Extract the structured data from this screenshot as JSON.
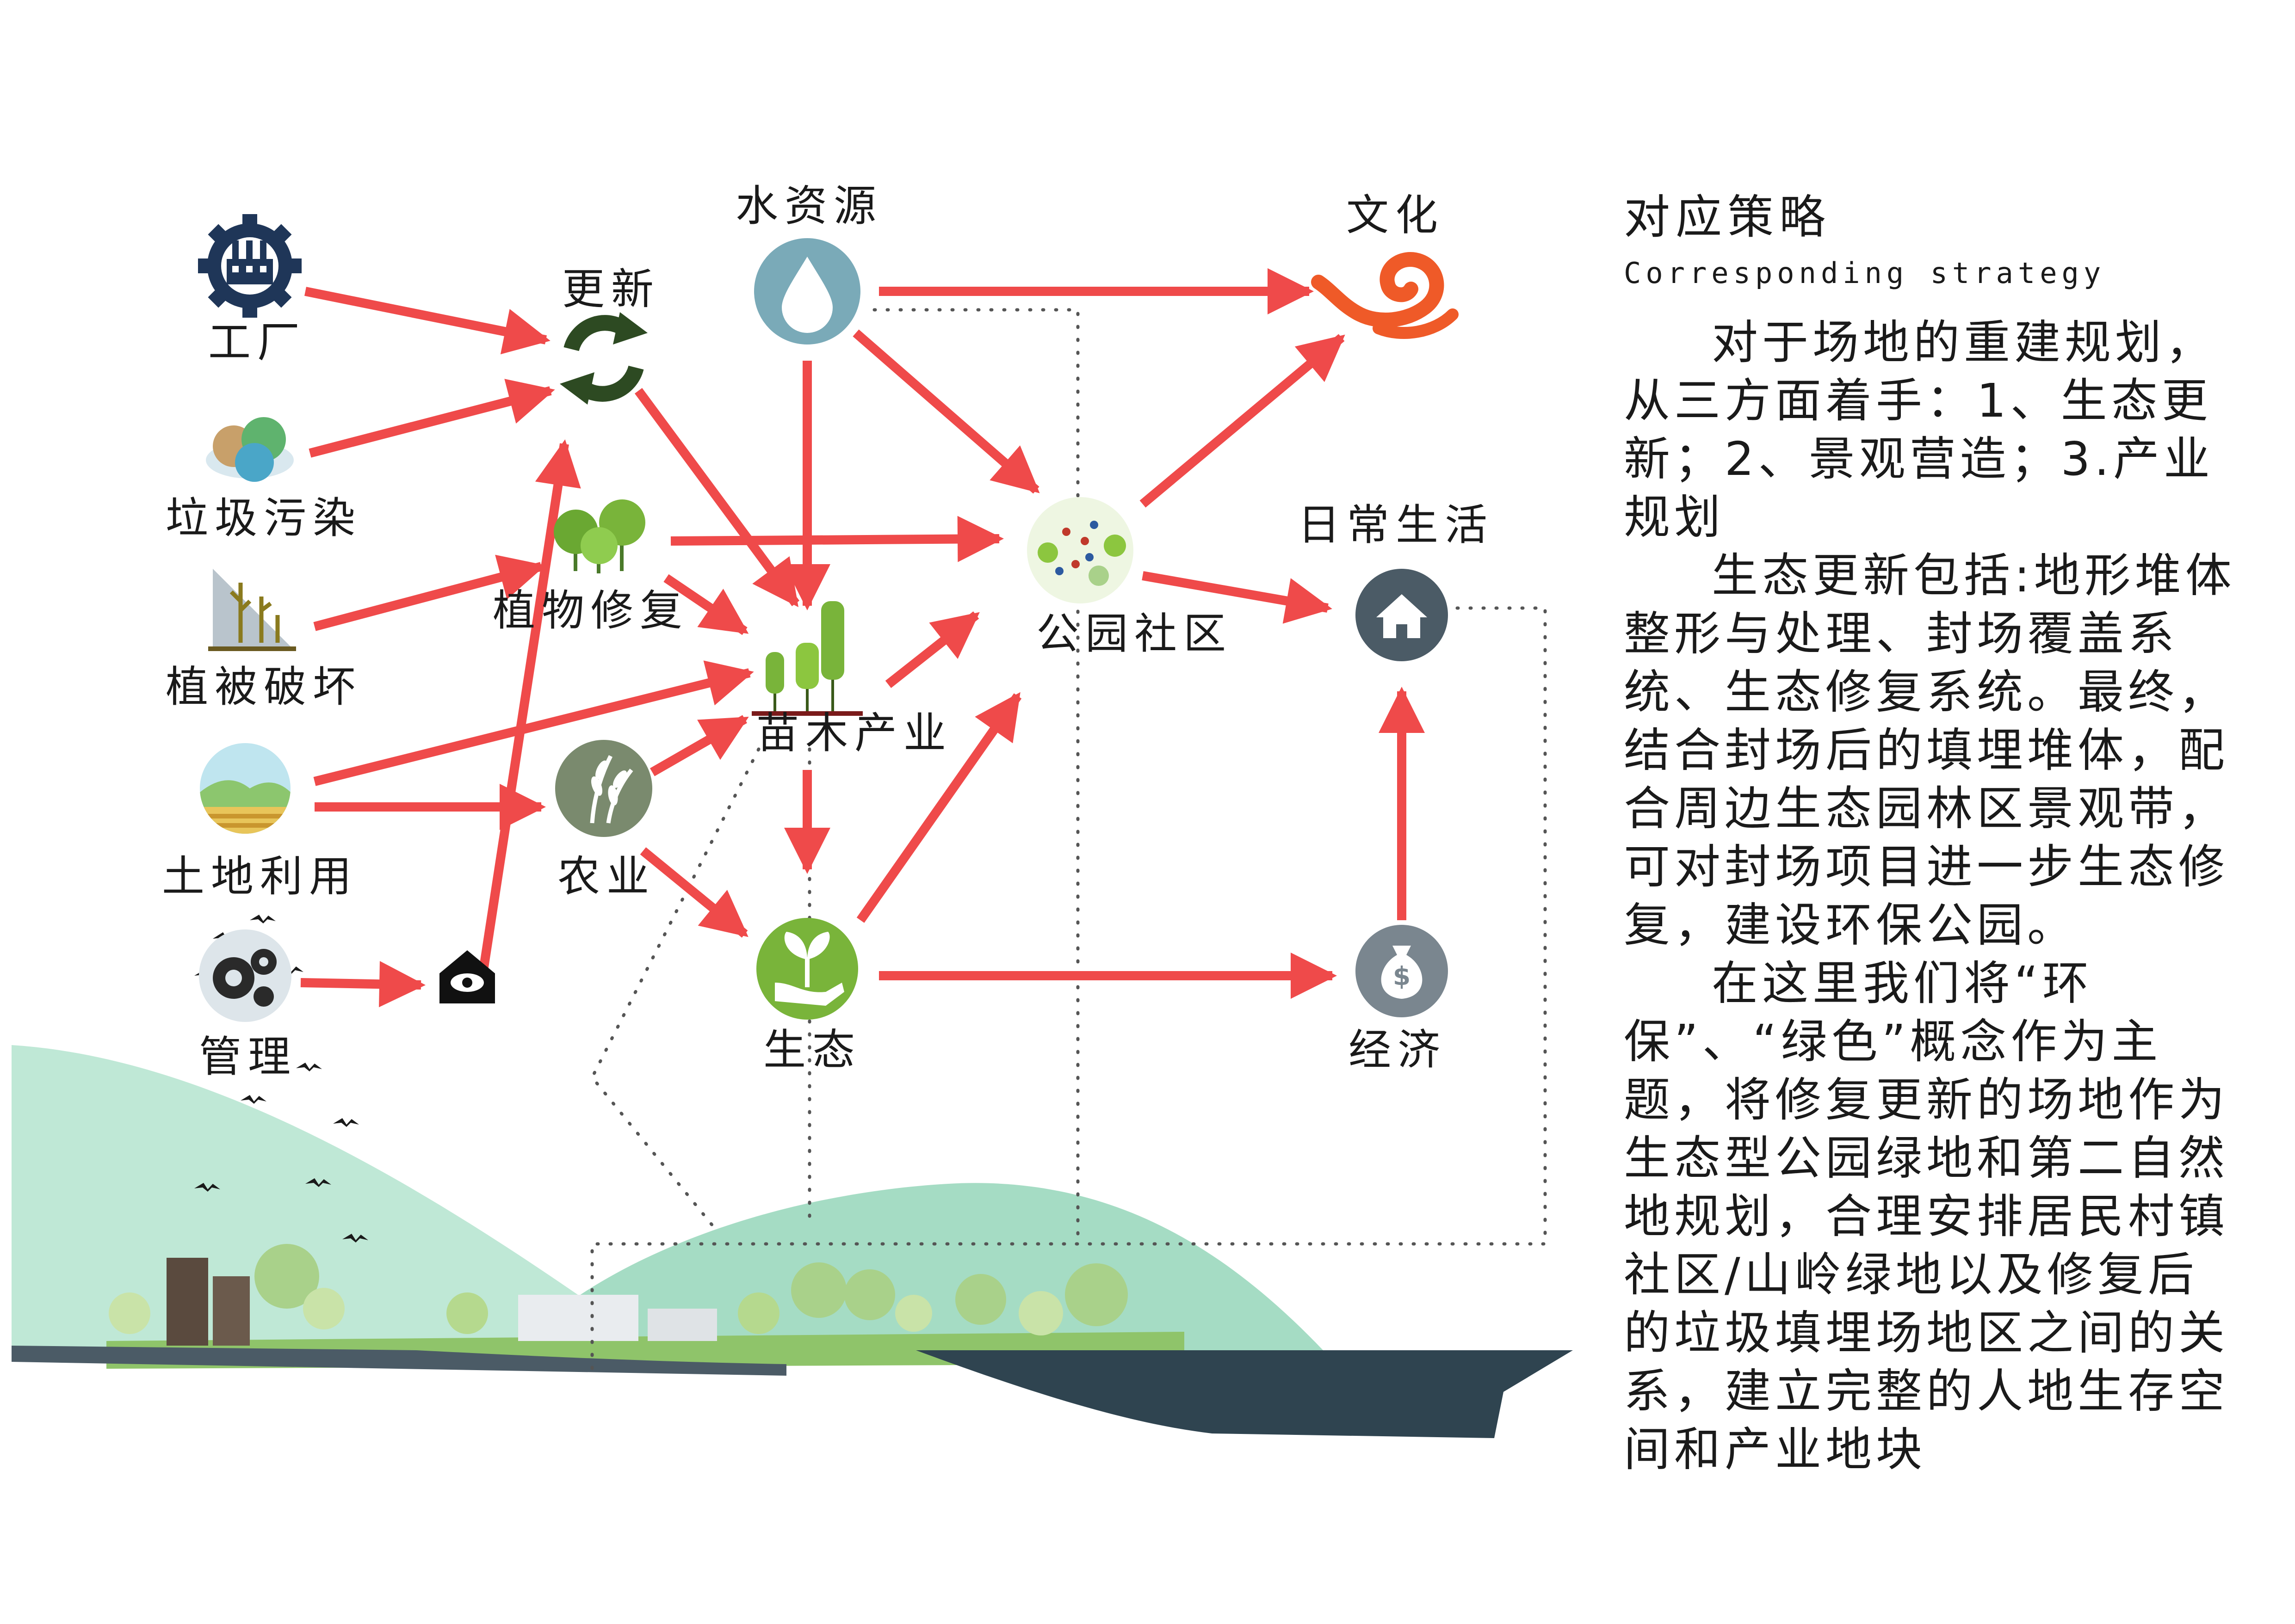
{
  "nodes": {
    "factory": {
      "label": "工厂"
    },
    "garbage": {
      "label": "垃圾污染"
    },
    "vegetation_damage": {
      "label": "植被破坏"
    },
    "land_use": {
      "label": "土地利用"
    },
    "management": {
      "label": "管理"
    },
    "renewal": {
      "label": "更新"
    },
    "plant_restoration": {
      "label": "植物修复"
    },
    "agriculture": {
      "label": "农业"
    },
    "water": {
      "label": "水资源"
    },
    "nursery": {
      "label": "苗木产业"
    },
    "ecology": {
      "label": "生态"
    },
    "park": {
      "label": "公园社区"
    },
    "culture": {
      "label": "文化"
    },
    "daily_life": {
      "label": "日常生活"
    },
    "economy": {
      "label": "经济"
    }
  },
  "panel": {
    "title": "对应策略",
    "subtitle": "Corresponding strategy",
    "paragraphs": [
      "对于场地的重建规划，从三方面着手：1、生态更新；2、景观营造；3.产业规划",
      "生态更新包括:地形堆体整形与处理、封场覆盖系统、生态修复系统。最终，结合封场后的填埋堆体，配合周边生态园林区景观带，可对封场项目进一步生态修复，建设环保公园。",
      "在这里我们将“环保”、“绿色”概念作为主题，将修复更新的场地作为生态型公园绿地和第二自然地规划，合理安排居民村镇社区/山岭绿地以及修复后的垃圾填埋场地区之间的关系，建立完整的人地生存空间和产业地块"
    ]
  },
  "colors": {
    "arrow": "#ef4a4a",
    "navy": "#1f3658",
    "renew_green": "#2d4a22",
    "water_blue": "#7aaab8",
    "culture_orange": "#ef5a28",
    "slate": "#4b5b66",
    "olive": "#7a8a6e",
    "leaf_green": "#79b43a",
    "hill_mint": "#bfe8d6",
    "hill_mint_dark": "#a5dcc4",
    "water_dark": "#2f4450"
  }
}
